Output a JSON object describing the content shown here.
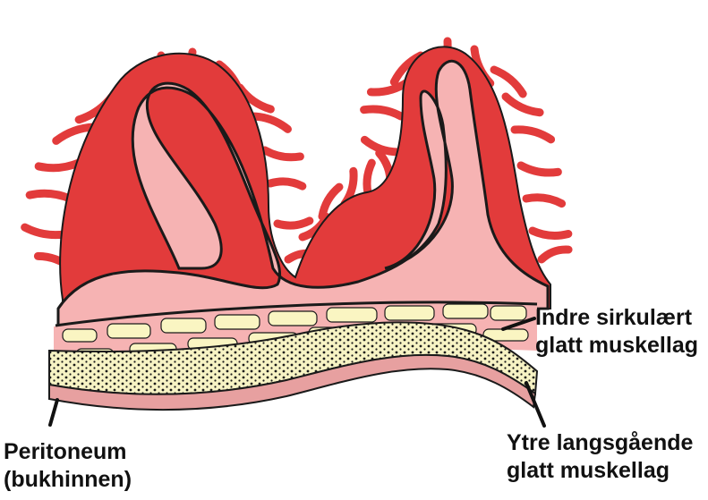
{
  "labels": {
    "inner_muscle": {
      "line1": "Indre sirkulært",
      "line2": "glatt muskellag"
    },
    "outer_muscle": {
      "line1": "Ytre langsgående",
      "line2": "glatt muskellag"
    },
    "peritoneum": {
      "line1": "Peritoneum",
      "line2": "(bukhinnen)"
    }
  },
  "colors": {
    "mucosa": "#e23b3b",
    "submucosa": "#f6b3b3",
    "inner_muscle_blocks": "#faf5c2",
    "outer_muscle_band": "#f7f3c4",
    "outer_muscle_dots": "#1a1a1a",
    "peritoneum": "#e7a0a0",
    "outline": "#1a1a1a",
    "background": "#ffffff"
  }
}
